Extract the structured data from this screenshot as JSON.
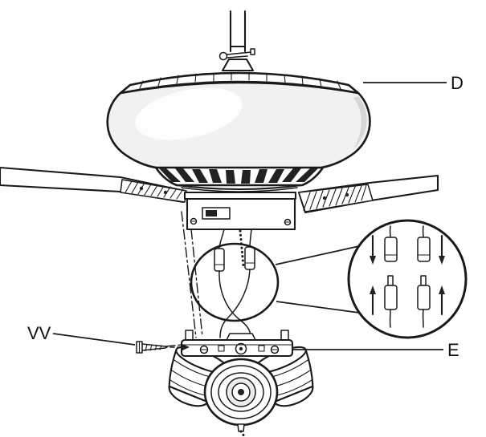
{
  "diagram": {
    "labels": {
      "motor_housing": "D",
      "screw": "VV",
      "light_kit_plate": "E"
    },
    "colors": {
      "line": "#1a1a1a",
      "background": "#ffffff",
      "shade": "#d7d7d7",
      "vent_slot": "#222222"
    }
  }
}
